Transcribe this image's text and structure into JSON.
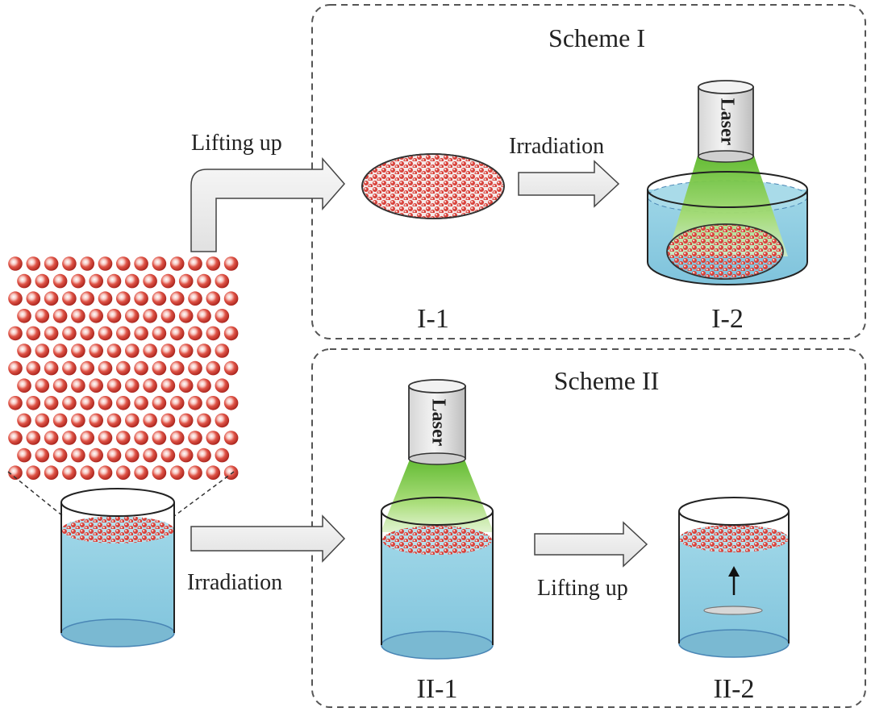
{
  "scheme1": {
    "title": "Scheme I",
    "step1_label": "I-1",
    "step2_label": "I-2"
  },
  "scheme2": {
    "title": "Scheme II",
    "step1_label": "II-1",
    "step2_label": "II-2"
  },
  "arrows": {
    "lift_to_scheme1": "Lifting up",
    "irradiation_scheme1": "Irradiation",
    "irradiation_to_scheme2": "Irradiation",
    "lift_in_scheme2": "Lifting up"
  },
  "laser_label": "Laser",
  "colors": {
    "particle": "#d8413a",
    "particle_highlight": "#fbe3df",
    "water": "#8ccbe0",
    "water_top": "#a9dbe9",
    "laser_beam": "#7ccc3c",
    "arrow_fill": "#eeeeee",
    "dashed_border": "#555555"
  }
}
